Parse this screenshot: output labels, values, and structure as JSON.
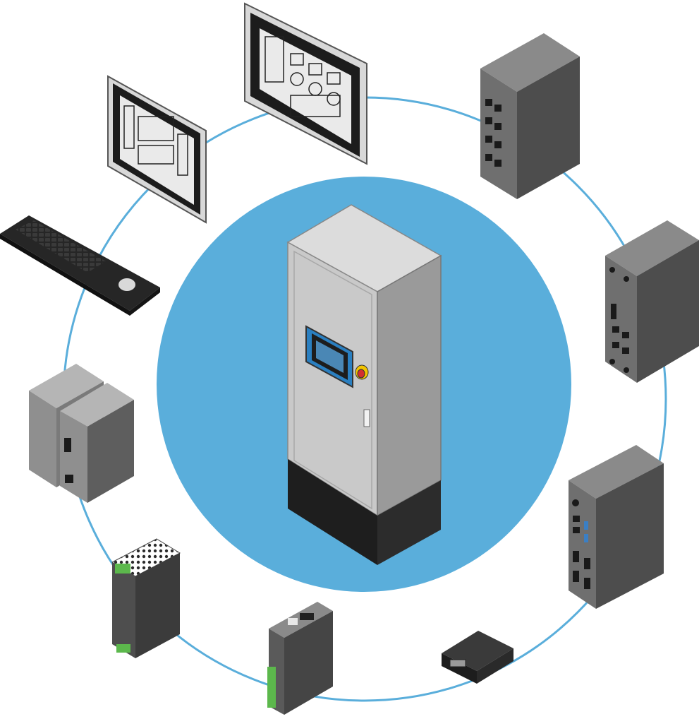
{
  "diagram": {
    "center": {
      "name": "control-cabinet",
      "has_hmi_screen": true,
      "has_emergency_stop": true
    },
    "ring_color": "#5aaedb",
    "peripherals": [
      {
        "name": "hmi-panel-dashboard",
        "kind": "touch panel with gauges"
      },
      {
        "name": "hmi-panel-window",
        "kind": "touch panel"
      },
      {
        "name": "industrial-keyboard",
        "kind": "keyboard with trackball"
      },
      {
        "name": "media-converter",
        "kind": "fiber media converter"
      },
      {
        "name": "din-rail-power-supply",
        "kind": "power supply"
      },
      {
        "name": "io-gateway",
        "kind": "din-rail gateway with terminals"
      },
      {
        "name": "serial-adapter",
        "kind": "serial converter"
      },
      {
        "name": "embedded-box-pc",
        "kind": "box pc"
      },
      {
        "name": "industrial-router",
        "kind": "router"
      },
      {
        "name": "managed-switch",
        "kind": "ethernet switch"
      }
    ],
    "colors": {
      "circle": "#5aaedb",
      "cabinet_light": "#c9c9c9",
      "cabinet_dark": "#9a9a9a",
      "device_dark": "#4a4a4a",
      "terminal_green": "#5cb84c",
      "estop_red": "#d32f2f",
      "estop_yellow": "#f2c400"
    }
  }
}
